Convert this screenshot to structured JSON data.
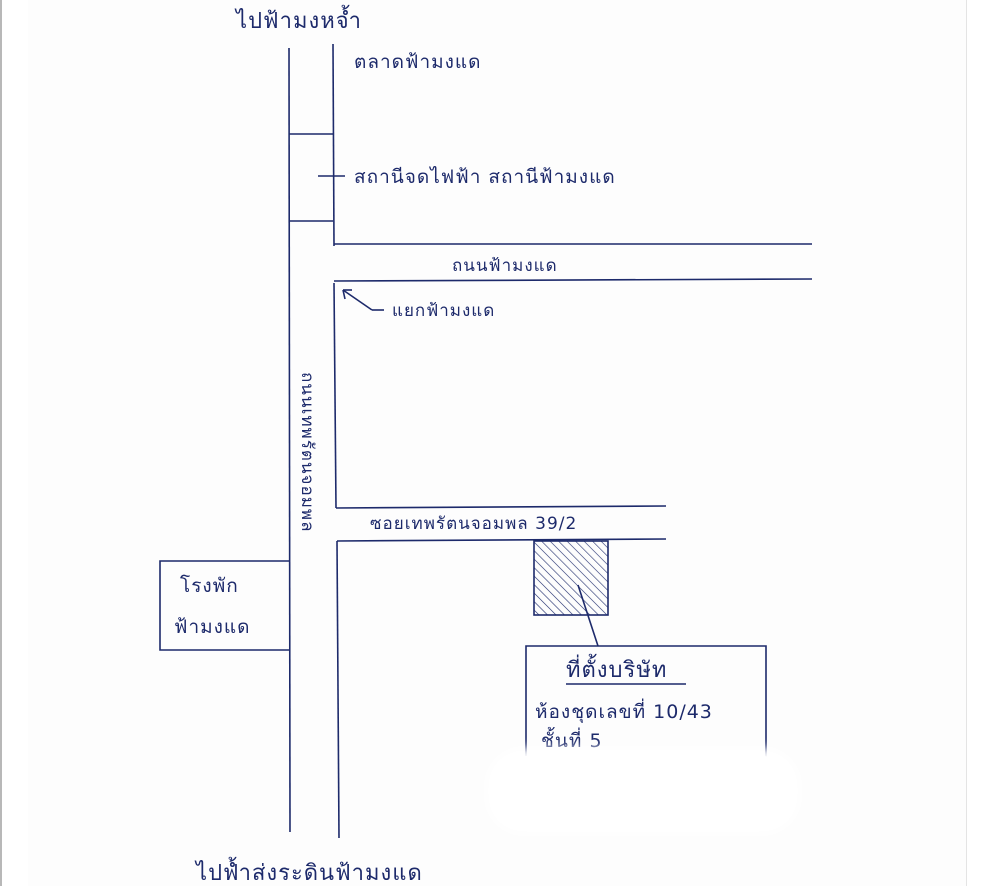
{
  "map": {
    "north_label": "ไปฟ้ามงหจ้ำ",
    "south_label": "ไปฟ้ำส่งระดินฟ้ามงแด",
    "market_label": "ตลาดฟ้ามงแด",
    "station_label": "สถานีจดไฟฟ้า สถานีฟ้ามงแด",
    "road_label": "ถนนฟ้ามงแด",
    "intersection_label": "แยกฟ้ามงแด",
    "vertical_road_label": "ถนนเทพรัตนจอมพล",
    "soi_label": "ซอยเทพรัตนจอมพล 39/2",
    "hospital_label_line1": "โรงพัก",
    "hospital_label_line2": "ฟ้ามงแด",
    "office_title": "ที่ตั้งบริษัท",
    "office_line1": "ห้องชุดเลขที่ 10/43",
    "office_line2": "ชั้นที่ 5"
  },
  "colors": {
    "ink": "#1d2a6b",
    "paper": "#fdfdfd"
  }
}
